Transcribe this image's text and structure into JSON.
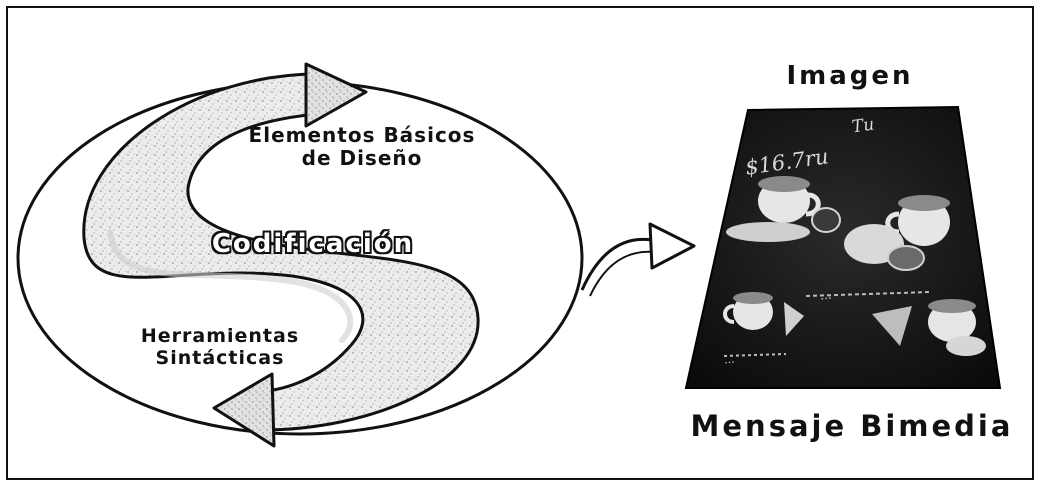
{
  "diagram": {
    "codificacion": "Codificación",
    "elementos": "Elementos Básicos de Diseño",
    "elementos_line1": "Elementos Básicos",
    "elementos_line2": "de Diseño",
    "herramientas_line1": "Herramientas",
    "herramientas_line2": "Sintácticas",
    "imagen": "Imagen",
    "mensaje": "Mensaje Bimedia"
  },
  "photo": {
    "handwriting": [
      "Tu",
      "$16.7ru",
      "...",
      "..."
    ],
    "description_icon": "coffee-cups-poster"
  },
  "colors": {
    "stroke": "#111111",
    "speckle_fill": "#e7e7e7",
    "photo_bg": "#121212"
  }
}
